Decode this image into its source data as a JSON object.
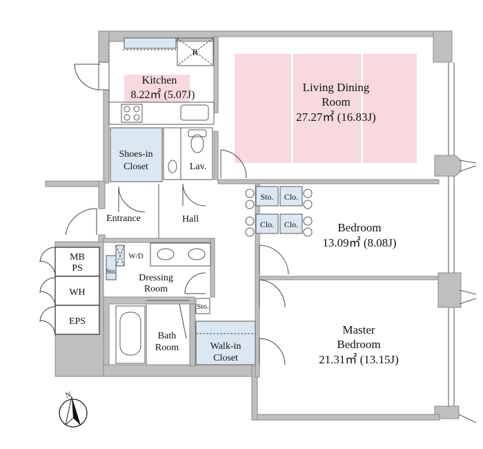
{
  "rooms": {
    "kitchen": {
      "name": "Kitchen",
      "area": "8.22㎡ (5.07J)"
    },
    "living": {
      "name1": "Living Dining",
      "name2": "Room",
      "area": "27.27㎡ (16.83J)"
    },
    "bedroom": {
      "name": "Bedroom",
      "area": "13.09㎡ (8.08J)"
    },
    "master": {
      "name1": "Master",
      "name2": "Bedroom",
      "area": "21.31㎡ (13.15J)"
    },
    "shoes": {
      "line1": "Shoes-in",
      "line2": "Closet"
    },
    "lav": "Lav.",
    "entrance": "Entrance",
    "hall": "Hall",
    "dressing": {
      "line1": "Dressing",
      "line2": "Room"
    },
    "bath": {
      "line1": "Bath",
      "line2": "Room"
    },
    "walkin": {
      "line1": "Walk-in",
      "line2": "Closet"
    },
    "wd": "W/D",
    "refrigerator": "R"
  },
  "storage": {
    "sto": "Sto.",
    "clo": "Clo."
  },
  "utilities": {
    "mb": "MB",
    "ps": "PS",
    "wh": "WH",
    "eps": "EPS"
  },
  "compass": {
    "north": "N"
  }
}
